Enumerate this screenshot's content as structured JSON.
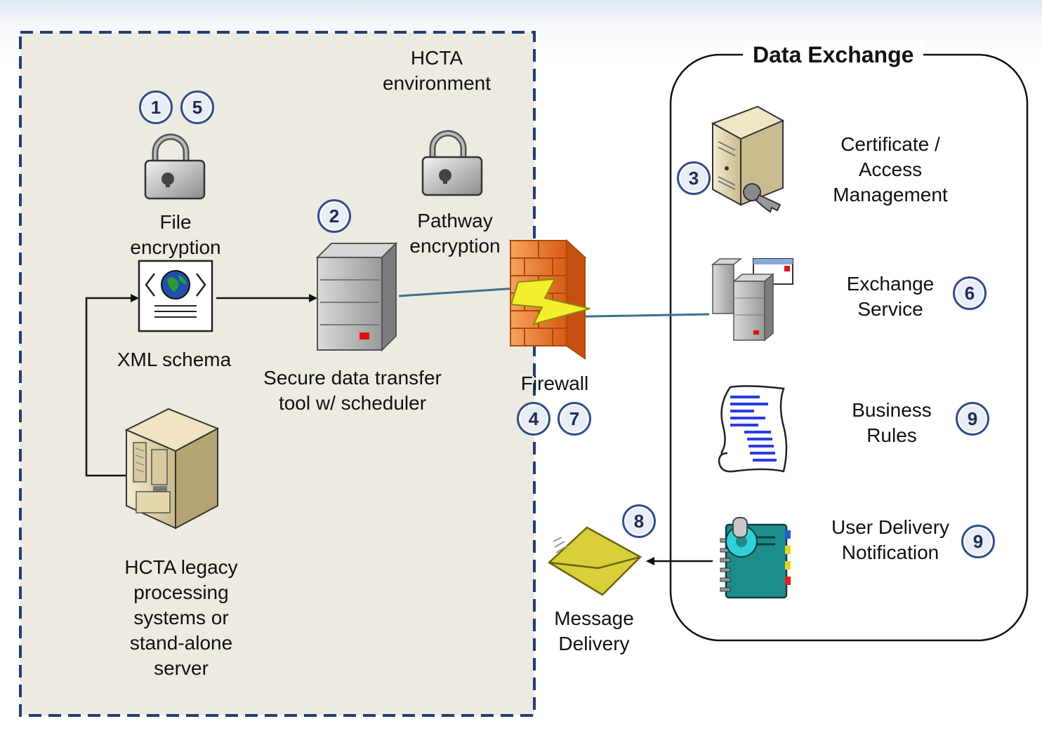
{
  "hcta": {
    "env_label": "HCTA\nenvironment",
    "file_encryption": "File\nencryption",
    "pathway_encryption": "Pathway\nencryption",
    "xml_schema": "XML  schema",
    "secure_tool": "Secure data transfer\ntool w/ scheduler",
    "legacy": "HCTA legacy\nprocessing\nsystems or\nstand-alone\nserver",
    "firewall": "Firewall",
    "message_delivery": "Message\nDelivery"
  },
  "exchange": {
    "title": "Data Exchange",
    "certificate": "Certificate /\nAccess\nManagement",
    "service": "Exchange\nService",
    "rules": "Business\nRules",
    "notification": "User Delivery\nNotification"
  },
  "badges": {
    "file_a": "1",
    "file_b": "5",
    "secure_tool": "2",
    "certificate": "3",
    "firewall_a": "4",
    "firewall_b": "7",
    "service": "6",
    "rules": "9",
    "notification": "9",
    "message": "8"
  },
  "colors": {
    "env_fill": "#edeae2",
    "env_border": "#1f3f73",
    "firewall": "#f07a2a",
    "lightning": "#f4ef2c",
    "envelope": "#d8cf3a",
    "notebook": "#1d8c8c"
  }
}
